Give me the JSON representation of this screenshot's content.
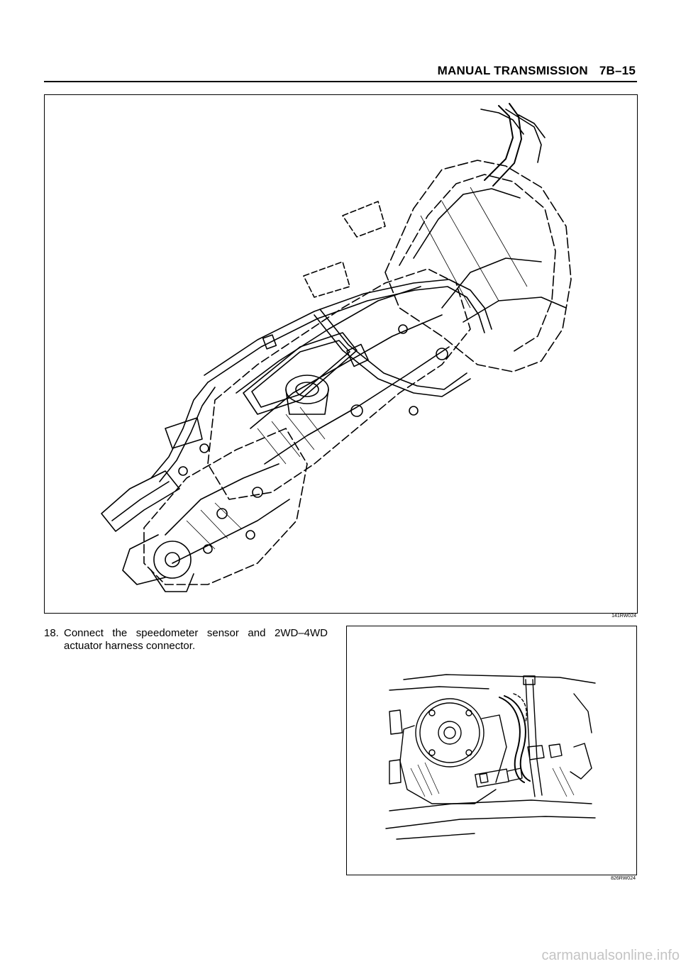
{
  "header": {
    "section": "MANUAL TRANSMISSION",
    "page": "7B–15"
  },
  "figure1": {
    "code": "141RW024"
  },
  "step": {
    "number": "18.",
    "text": "Connect the speedometer sensor and 2WD–4WD actuator harness connector."
  },
  "figure2": {
    "code": "826RW024"
  },
  "watermark": "carmanualsonline.info"
}
